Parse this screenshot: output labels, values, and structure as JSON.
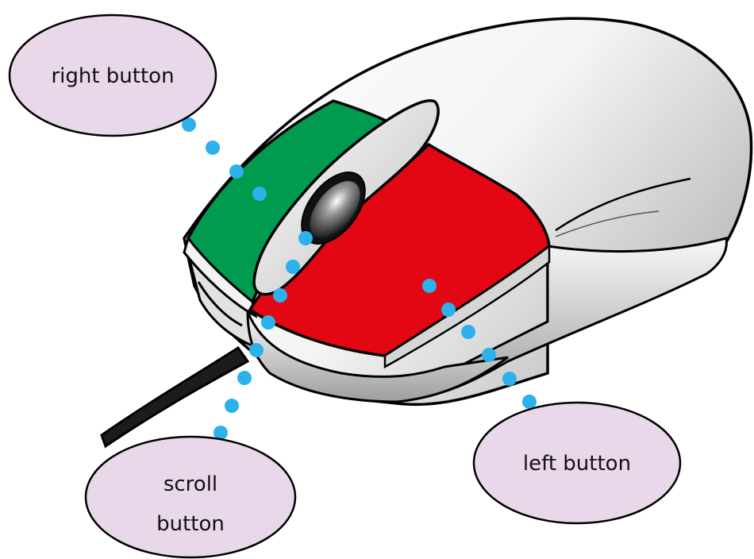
{
  "labels": {
    "right_button": "right button",
    "scroll_button_line1": "scroll",
    "scroll_button_line2": "button",
    "left_button": "left button"
  },
  "colors": {
    "right_button": "#009B4E",
    "left_button": "#E30613",
    "callout_fill": "#E8D8EA",
    "dot": "#2DB1EA",
    "outline": "#000000",
    "body": "#F2F2F2"
  }
}
